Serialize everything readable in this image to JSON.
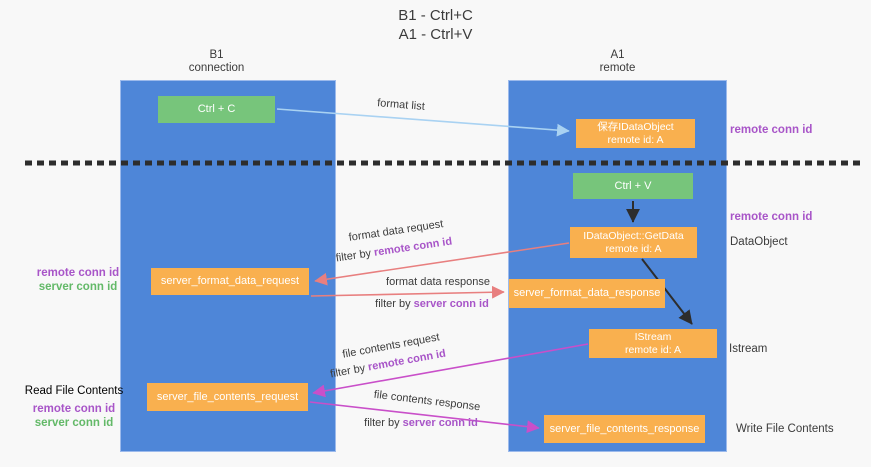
{
  "title": {
    "line1": "B1 - Ctrl+C",
    "line2": "A1 - Ctrl+V"
  },
  "lanes": {
    "left": {
      "name": "B1",
      "subtitle": "connection"
    },
    "right": {
      "name": "A1",
      "subtitle": "remote"
    }
  },
  "nodes": {
    "ctrl_c": {
      "label": "Ctrl + C"
    },
    "ctrl_v": {
      "label": "Ctrl + V"
    },
    "save_idataobject": {
      "line1": "保存IDataObject",
      "line2": "remote id: A"
    },
    "getdata": {
      "line1": "IDataObject::GetData",
      "line2": "remote id: A"
    },
    "istream": {
      "line1": "IStream",
      "line2": "remote id: A"
    },
    "server_format_data_request": {
      "label": "server_format_data_request"
    },
    "server_format_data_response": {
      "label": "server_format_data_response"
    },
    "server_file_contents_request": {
      "label": "server_file_contents_request"
    },
    "server_file_contents_response": {
      "label": "server_file_contents_response"
    }
  },
  "arrow_labels": {
    "format_list": "format list",
    "format_request": {
      "title": "format data request",
      "filter_prefix": "filter by",
      "filter_value": "remote conn id"
    },
    "format_response": {
      "title": "format data response",
      "filter_prefix": "filter by",
      "filter_value": "server conn id"
    },
    "file_request": {
      "title": "file contents request",
      "filter_prefix": "filter by",
      "filter_value": "remote conn id"
    },
    "file_response": {
      "title": "file contents response",
      "filter_prefix": "filter by",
      "filter_value": "server conn id"
    }
  },
  "side_labels": {
    "right_remote_conn_top": "remote conn id",
    "right_remote_conn_mid": "remote conn id",
    "right_dataobject": "DataObject",
    "right_istream": "Istream",
    "right_write_file": "Write File Contents",
    "left_format_remote": "remote conn id",
    "left_format_server": "server conn id",
    "left_read_file": "Read File Contents",
    "left_file_remote": "remote conn id",
    "left_file_server": "server conn id"
  },
  "colors": {
    "lane_blue": "#4e86d8",
    "node_green": "#77c57b",
    "node_orange": "#f9b04f",
    "arrow_red": "#e87f7f",
    "arrow_magenta": "#c94fc9",
    "arrow_blue": "#a9d2f2",
    "arrow_black": "#2d2d2d",
    "text_purple": "#a855c8",
    "text_green": "#63b968",
    "text_dark": "#3b3b3b"
  }
}
